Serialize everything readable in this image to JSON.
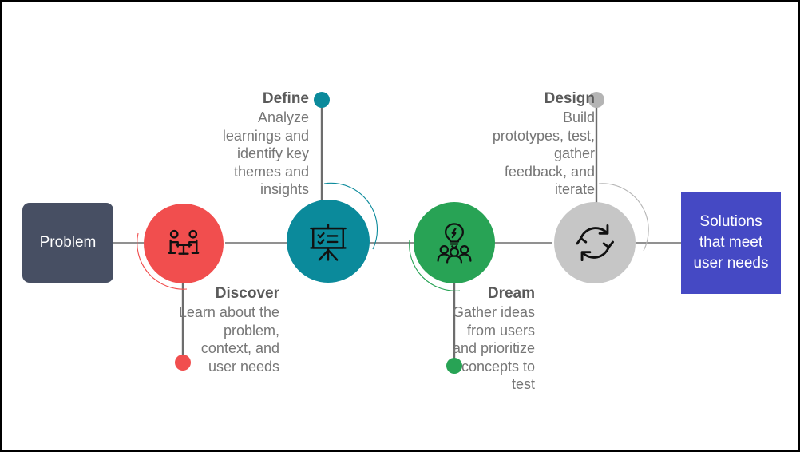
{
  "diagram": {
    "title": "Design thinking process timeline",
    "start_box": {
      "label": "Problem",
      "color": "#474f63",
      "text_color": "#ffffff"
    },
    "end_box": {
      "label": "Solutions that meet user needs",
      "color": "#4549c4",
      "text_color": "#ffffff"
    },
    "baseline_color": "#6d6d6d",
    "stages": [
      {
        "id": "discover",
        "title": "Discover",
        "description": "Learn about the problem, context, and user needs",
        "color": "#f14e4e",
        "icon": "people-at-table-icon",
        "position": "below"
      },
      {
        "id": "define",
        "title": "Define",
        "description": "Analyze learnings and identify key themes and insights",
        "color": "#0b8a9b",
        "icon": "presentation-checklist-icon",
        "position": "above"
      },
      {
        "id": "dream",
        "title": "Dream",
        "description": "Gather ideas from users and prioritize concepts to test",
        "color": "#28a355",
        "icon": "lightbulb-people-icon",
        "position": "below"
      },
      {
        "id": "design",
        "title": "Design",
        "description": "Build prototypes, test, gather feedback, and iterate",
        "color": "#c6c6c6",
        "icon": "iteration-arrows-icon",
        "position": "above"
      }
    ]
  }
}
